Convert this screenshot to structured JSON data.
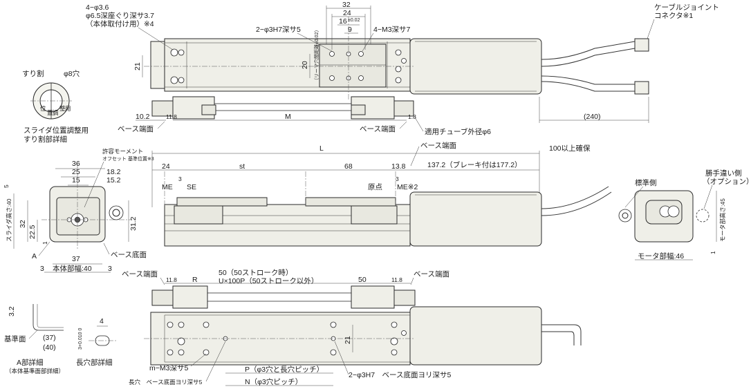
{
  "top_view": {
    "mount_hole_note_1": "4−φ3.6",
    "mount_hole_note_2": "φ6.5深座ぐり深サ3.7",
    "mount_hole_note_3": "（本体取付け用）※4",
    "pin_hole_note": "2−φ3H7深サ5",
    "tap_note": "4−M3深サ7",
    "dim_32": "32",
    "dim_24": "24",
    "dim_16": "16",
    "dim_16_tol": "±0.02",
    "dim_9": "9",
    "dim_21": "21",
    "dim_20": "20",
    "vertical_tol_note": "（リーマ穴間距離±0.02）",
    "cable_joint_1": "ケーブルジョイント",
    "cable_joint_2": "コネクタ※1",
    "dim_240": "(240)"
  },
  "side_view_top": {
    "dim_10_2": "10.2",
    "dim_11_8": "11.8",
    "dim_M": "M",
    "dim_1_8": "1.8",
    "base_end_left": "ベース端面",
    "base_end_right": "ベース端面",
    "tube_note": "適用チューブ外径φ6"
  },
  "slit_detail": {
    "suriwari": "すり割",
    "hole_8": "φ8穴",
    "ichi": "位",
    "chi": "置",
    "chosei": "調",
    "sei": "整",
    "you": "用",
    "caption_1": "スライダ位置調整用",
    "caption_2": "すり割部詳細"
  },
  "front_view": {
    "allowable_moment": "許容モーメント",
    "offset_ref": "オフセット 基準位置※3",
    "dim_36": "36",
    "dim_25": "25",
    "dim_15": "15",
    "dim_18_2": "18.2",
    "dim_15_2": "15.2",
    "dim_5": "5",
    "slider_height": "スライダ高さ:40",
    "dim_32": "32",
    "dim_22_5": "22.5",
    "dim_31_2": "31.2",
    "dim_1": "1",
    "label_A": "A",
    "dim_37": "37",
    "dim_3a": "3",
    "dim_3b": "3",
    "body_width": "本体部幅:40",
    "base_bottom": "ベース底面"
  },
  "main_side_view": {
    "dim_L": "L",
    "base_end": "ベース端面",
    "clearance": "100以上確保",
    "dim_24": "24",
    "dim_st": "st",
    "dim_68": "68",
    "dim_13_8": "13.8",
    "brake_note": "137.2（ブレーキ付は177.2）",
    "dim_3": "3",
    "me_left": "ME",
    "se": "SE",
    "origin": "原点",
    "dim_3b": "3",
    "me_right": "ME※2"
  },
  "motor_view": {
    "standard_side": "標準側",
    "opposite_side_1": "勝手違い側",
    "opposite_side_2": "（オプション）",
    "motor_height": "モータ部高さ:45",
    "dim_1": "1",
    "motor_width": "モータ部幅:46"
  },
  "a_detail": {
    "dim_3_2": "3.2",
    "ref_surface": "基準面",
    "dim_37": "(37)",
    "dim_40": "(40)",
    "caption_1": "A部詳細",
    "caption_2": "（本体基準面部詳細）"
  },
  "slot_detail": {
    "dim_4": "4",
    "dim_3_tol": "3+0.010 0",
    "caption": "長穴部詳細"
  },
  "bottom_view": {
    "base_end_left": "ベース端面",
    "base_end_right": "ベース端面",
    "dim_11_8_l": "11.8",
    "dim_R": "R",
    "stroke_note_1": "50（50ストローク時）",
    "stroke_note_2": "U×100P（50ストローク以外）",
    "dim_50": "50",
    "dim_11_8_r": "11.8",
    "dim_21": "21",
    "tap_note": "m−M3深サ5",
    "slot_note": "長穴　ベース底面ヨリ深サ5",
    "pitch_P": "P（φ3穴と長穴ピッチ）",
    "pitch_N": "N（φ3穴ピッチ）",
    "pin_note": "2−φ3H7　ベース底面ヨリ深サ5"
  }
}
